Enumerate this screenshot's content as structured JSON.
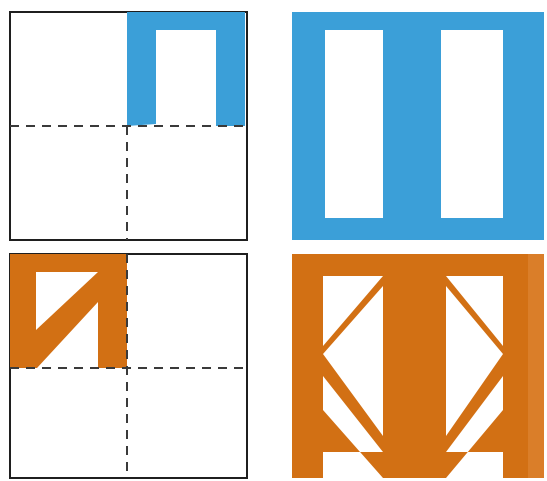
{
  "colors": {
    "blue": "#3B9FD8",
    "orange": "#D27014",
    "frame": "#1f1f1f",
    "dash": "#3a3a3a",
    "background": "#ffffff"
  },
  "panels": [
    {
      "id": "blue-quadrant",
      "motif": "blue-n-shape",
      "color": "blue",
      "framed": true
    },
    {
      "id": "blue-tiled",
      "motif": "blue-double-bar",
      "color": "blue",
      "framed": false
    },
    {
      "id": "orange-quadrant",
      "motif": "orange-n-shape",
      "color": "orange",
      "framed": true
    },
    {
      "id": "orange-tiled",
      "motif": "orange-diamond-pattern",
      "color": "orange",
      "framed": false
    }
  ]
}
